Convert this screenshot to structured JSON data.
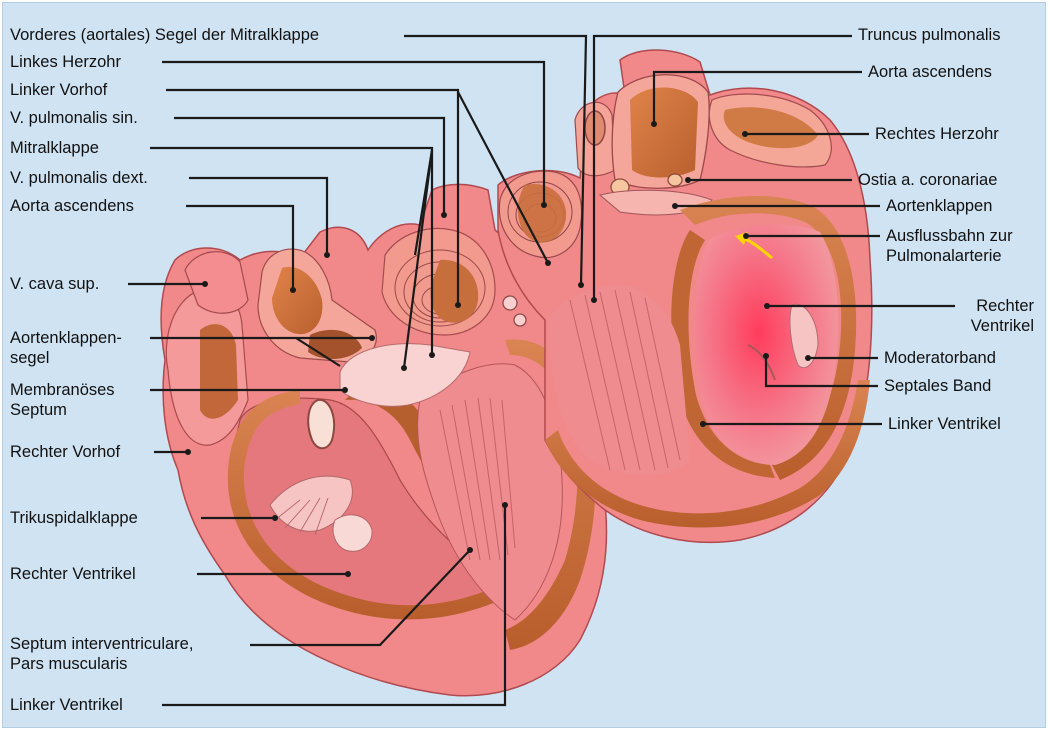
{
  "labels_left": {
    "vorderes_segel": "Vorderes (aortales) Segel der Mitralklappe",
    "linkes_herzohr": "Linkes Herzohr",
    "linker_vorhof": "Linker Vorhof",
    "v_pulm_sin": "V. pulmonalis sin.",
    "mitralklappe": "Mitralklappe",
    "v_pulm_dext": "V. pulmonalis dext.",
    "aorta_ascendens": "Aorta ascendens",
    "v_cava_sup": "V. cava sup.",
    "aortenklappensegel_1": "Aortenklappen-",
    "aortenklappensegel_2": "segel",
    "membranoeses_1": "Membranöses",
    "membranoeses_2": "Septum",
    "rechter_vorhof": "Rechter Vorhof",
    "trikuspidalklappe": "Trikuspidalklappe",
    "rechter_ventrikel": "Rechter Ventrikel",
    "septum_iv_1": "Septum interventriculare,",
    "septum_iv_2": "Pars muscularis",
    "linker_ventrikel": "Linker Ventrikel"
  },
  "labels_right": {
    "truncus_pulmonalis": "Truncus pulmonalis",
    "aorta_ascendens": "Aorta ascendens",
    "rechtes_herzohr": "Rechtes Herzohr",
    "ostia": "Ostia a. coronariae",
    "aortenklappen": "Aortenklappen",
    "ausflussbahn_1": "Ausflussbahn zur",
    "ausflussbahn_2": "Pulmonalarterie",
    "rechter_ventrikel_1": "Rechter",
    "rechter_ventrikel_2": "Ventrikel",
    "moderatorband": "Moderatorband",
    "septales_band": "Septales Band",
    "linker_ventrikel": "Linker Ventrikel"
  },
  "colors": {
    "background": "#cfe3f3",
    "muscle": "#c8703c",
    "tissue_pink": "#f1898a",
    "chamber_pink": "#f07a86",
    "pale_valve": "#f8cfd0",
    "flow_arrow": "#ffd700"
  }
}
